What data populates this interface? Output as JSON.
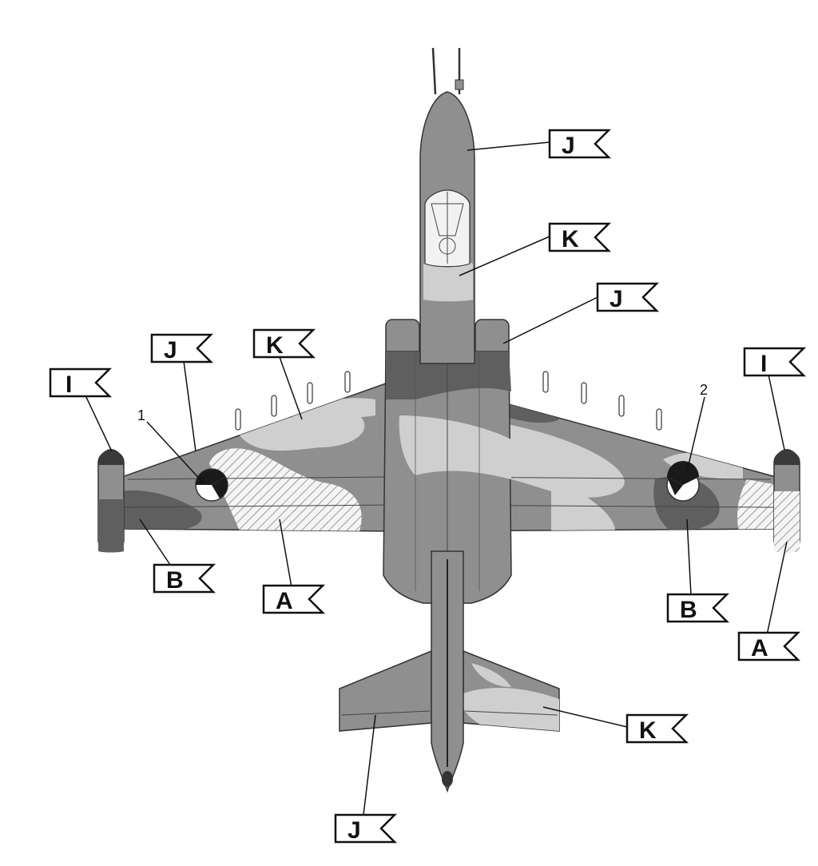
{
  "colors": {
    "base_gray": "#8f8f8f",
    "dark_gray": "#5f5f5f",
    "light_gray": "#cfcfcf",
    "outline": "#333333",
    "hatch": "#9a9a9a"
  },
  "callouts": [
    {
      "id": "j-nose",
      "letter": "J"
    },
    {
      "id": "k-canopy",
      "letter": "K"
    },
    {
      "id": "j-fuselage-right",
      "letter": "J"
    },
    {
      "id": "j-left-wing",
      "letter": "J"
    },
    {
      "id": "k-left-wing",
      "letter": "K"
    },
    {
      "id": "i-left-tip",
      "letter": "I"
    },
    {
      "id": "i-right-tip",
      "letter": "I"
    },
    {
      "id": "b-left",
      "letter": "B"
    },
    {
      "id": "a-left",
      "letter": "A"
    },
    {
      "id": "b-right",
      "letter": "B"
    },
    {
      "id": "a-right",
      "letter": "A"
    },
    {
      "id": "k-tail",
      "letter": "K"
    },
    {
      "id": "j-tail",
      "letter": "J"
    }
  ],
  "insignia": [
    {
      "id": "insignia-left",
      "number": "1"
    },
    {
      "id": "insignia-right",
      "number": "2"
    }
  ]
}
